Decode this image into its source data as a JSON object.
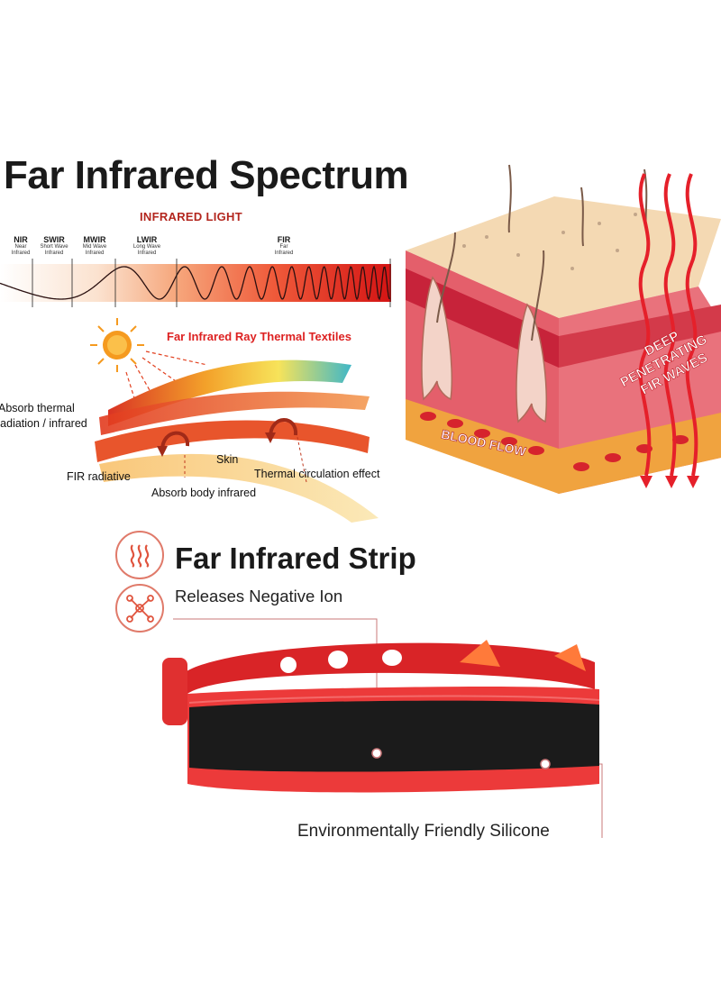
{
  "title": "Far Infrared Spectrum",
  "infrared_light": "INFRARED LIGHT",
  "bands": [
    {
      "abbr": "NIR",
      "full1": "Near",
      "full2": "Infrared"
    },
    {
      "abbr": "SWIR",
      "full1": "Short Wave",
      "full2": "Infrared"
    },
    {
      "abbr": "MWIR",
      "full1": "Mid Wave",
      "full2": "Infrared"
    },
    {
      "abbr": "LWIR",
      "full1": "Long Wave",
      "full2": "Infrared"
    },
    {
      "abbr": "FIR",
      "full1": "Far",
      "full2": "Infrared"
    }
  ],
  "textiles": {
    "title": "Far Infrared Ray Thermal Textiles",
    "absorb_thermal_1": "Absorb thermal",
    "absorb_thermal_2": "radiation / infrared",
    "skin": "Skin",
    "fir_radiative": "FIR radiative",
    "thermal_circulation": "Thermal circulation effect",
    "absorb_body": "Absorb body infrared"
  },
  "skin_diagram": {
    "deep": "DEEP",
    "penetrating": "PENETRATING",
    "fir_waves": "FIR WAVES",
    "blood_flow": "BLOOD FLOW"
  },
  "features": {
    "strip": "Far Infrared Strip",
    "ion": "Releases Negative Ion",
    "silicone": "Environmentally Friendly Silicone"
  },
  "icons": [
    "heat-waves-icon",
    "molecule-icon"
  ],
  "colors": {
    "red": "#e0282c",
    "black": "#1b1b1b",
    "skin": "#f4d9b3"
  }
}
